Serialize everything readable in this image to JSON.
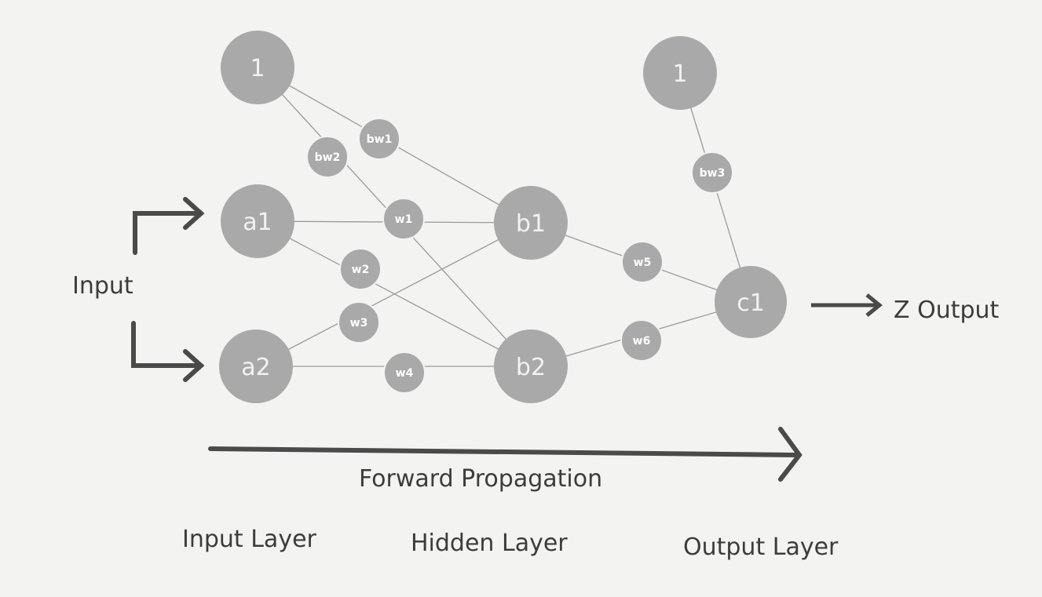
{
  "nodes": {
    "bias_1": "1",
    "bias_2": "1",
    "a1": "a1",
    "a2": "a2",
    "b1": "b1",
    "b2": "b2",
    "c1": "c1"
  },
  "weights": {
    "bw1": "bw1",
    "bw2": "bw2",
    "bw3": "bw3",
    "w1": "w1",
    "w2": "w2",
    "w3": "w3",
    "w4": "w4",
    "w5": "w5",
    "w6": "w6"
  },
  "labels": {
    "input": "Input",
    "output": "Z Output",
    "forward": "Forward Propagation",
    "input_layer": "Input Layer",
    "hidden_layer": "Hidden Layer",
    "output_layer": "Output Layer"
  },
  "colors": {
    "node": "#a9a9a9",
    "edge": "#9a9a9a",
    "arrow": "#4a4a4a",
    "text": "#3c3c3c"
  }
}
